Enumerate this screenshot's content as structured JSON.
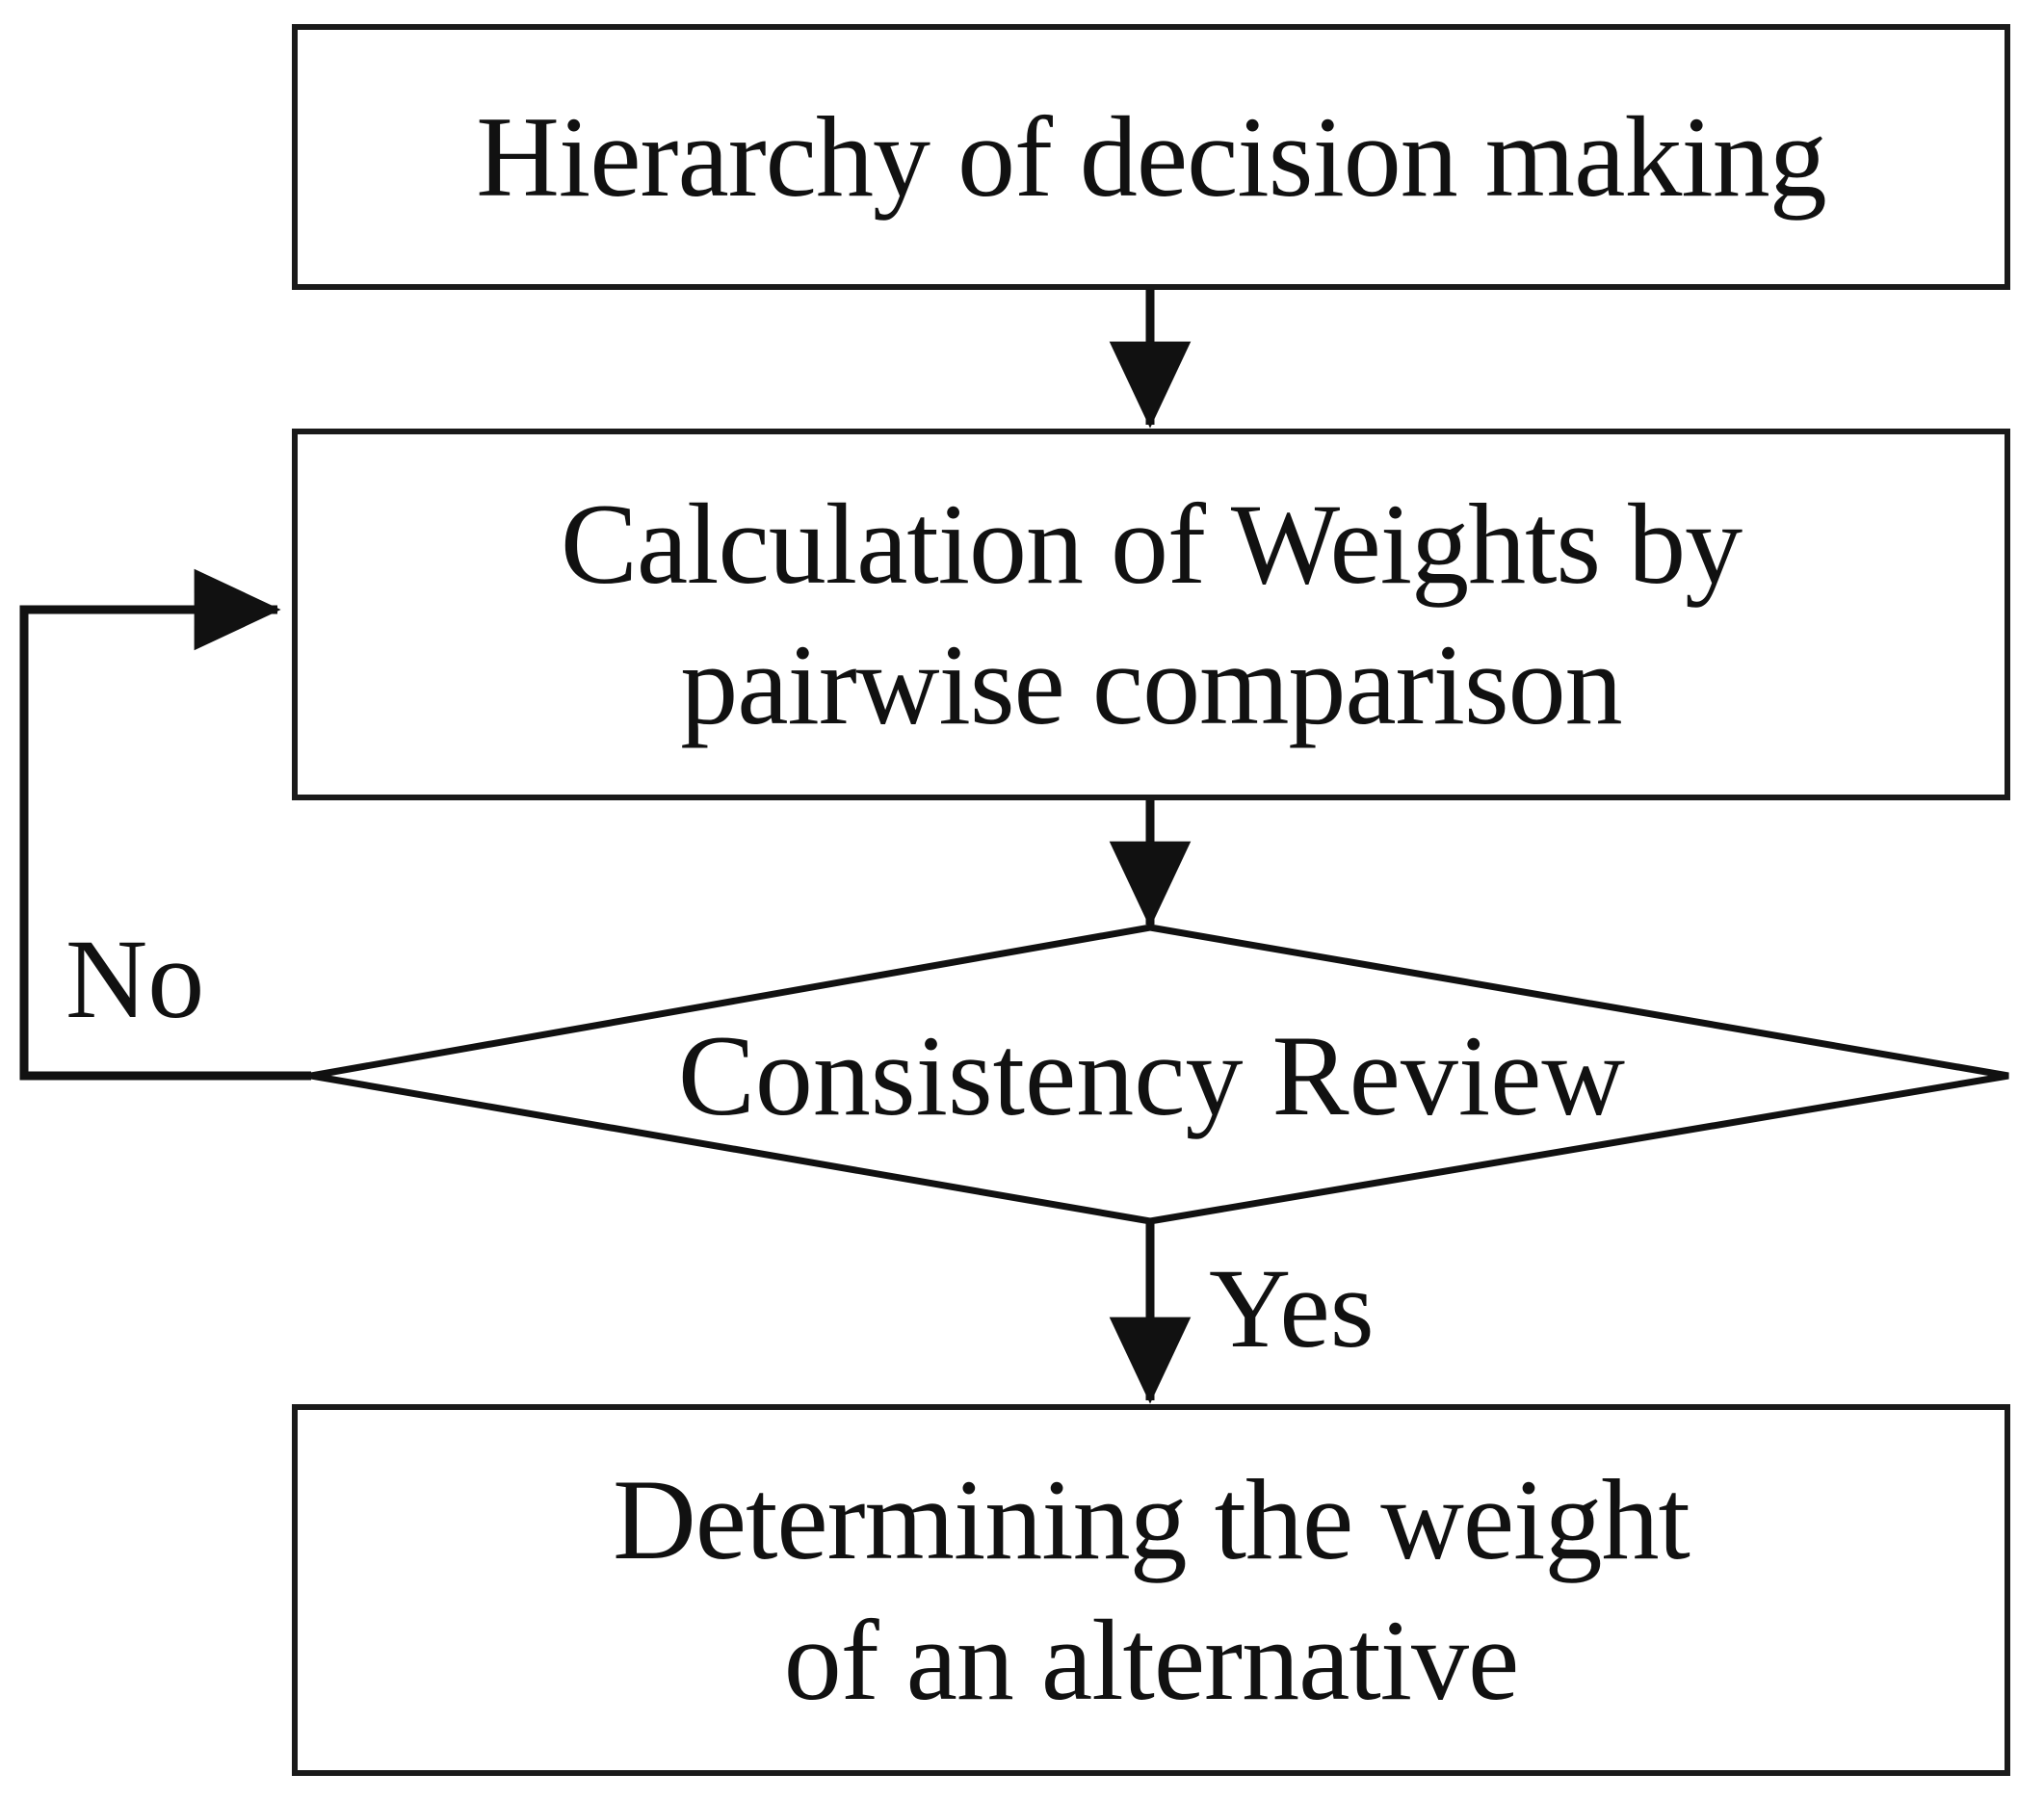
{
  "diagram": {
    "title": "AHP decision-making process flowchart",
    "background_color": "#ffffff",
    "line_color": "#1a1a1a",
    "text_color": "#111111"
  },
  "nodes": {
    "hierarchy": {
      "shape": "rectangle",
      "label": "Hierarchy of decision making"
    },
    "calculation": {
      "shape": "rectangle",
      "label": "Calculation of Weights by\npairwise comparison"
    },
    "consistency": {
      "shape": "diamond",
      "label": "Consistency Review"
    },
    "determining": {
      "shape": "rectangle",
      "label": "Determining the weight\nof an alternative"
    }
  },
  "edges": {
    "hierarchy_to_calculation": {
      "label": ""
    },
    "calculation_to_consistency": {
      "label": ""
    },
    "consistency_no_to_calculation": {
      "label": "No"
    },
    "consistency_yes_to_determining": {
      "label": "Yes"
    }
  }
}
